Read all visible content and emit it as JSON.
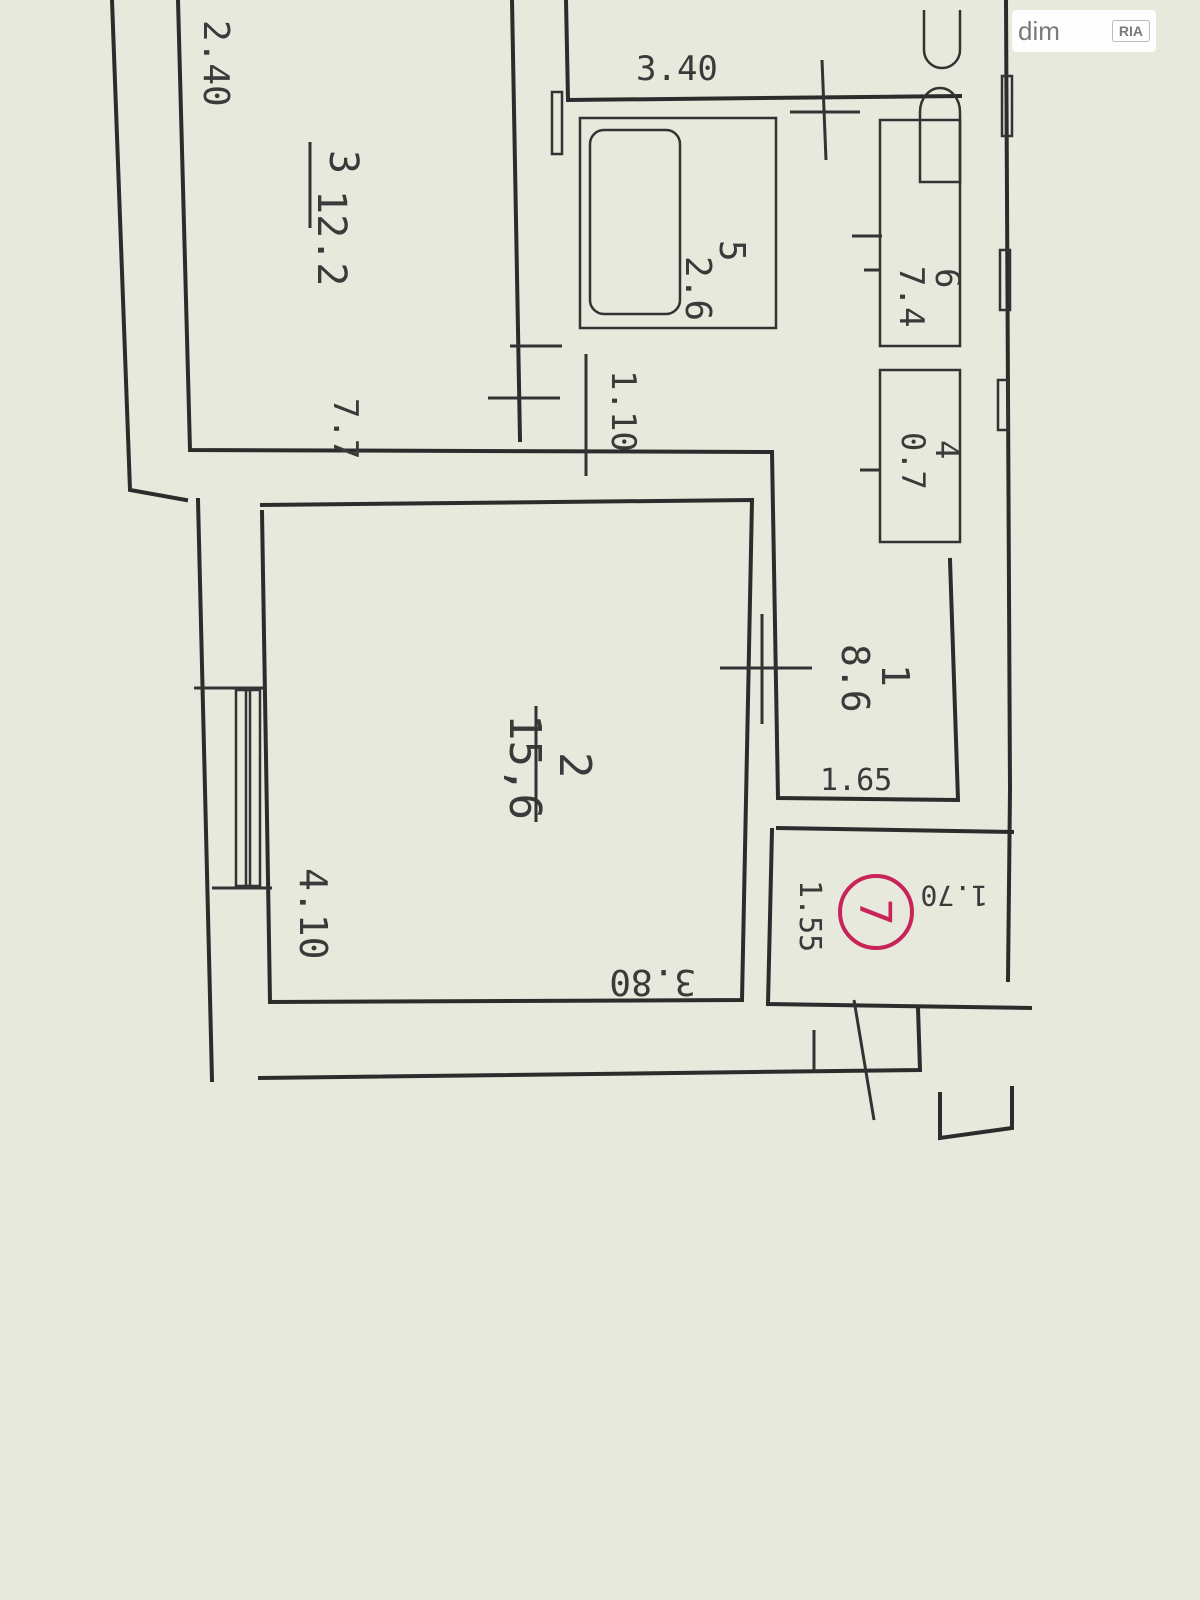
{
  "watermark": {
    "left": "dim",
    "right": "RIA"
  },
  "rooms": [
    {
      "id": "room-1",
      "number": "1",
      "area": "8.6"
    },
    {
      "id": "room-2",
      "number": "2",
      "area": "15,6"
    },
    {
      "id": "room-3",
      "number": "3",
      "area": "12.2"
    },
    {
      "id": "room-4",
      "number": "4",
      "area": "0.7"
    },
    {
      "id": "room-5",
      "number": "5",
      "area": "2.6"
    },
    {
      "id": "room-6",
      "number": "6",
      "area": "7.4"
    }
  ],
  "dimensions": {
    "top_left": "2.40",
    "top_bath": "3.40",
    "corridor": "1.10",
    "room_3_label": "7.7",
    "hall_width": "1.65",
    "vestibule_width": "1.70",
    "vestibule_depth": "1.55",
    "room_2_depth": "4.10",
    "room_2_width": "3.80"
  },
  "stamp": {
    "text": "7",
    "color": "#c8245a"
  },
  "colors": {
    "paper": "#e6e9dc",
    "ink": "#2c2c2c"
  }
}
